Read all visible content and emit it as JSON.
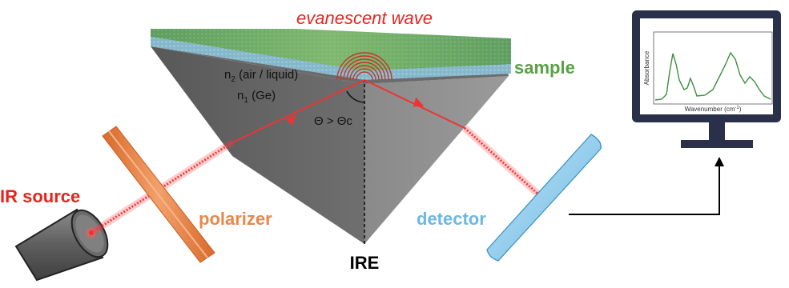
{
  "labels": {
    "evanescent_wave": "evanescent wave",
    "sample": "sample",
    "n2_base": "n",
    "n2_sub": "2",
    "n2_rest": " (air / liquid)",
    "n1_base": "n",
    "n1_sub": "1",
    "n1_rest": " (Ge)",
    "angle": "Θ > Θc",
    "ir_source": "IR source",
    "polarizer": "polarizer",
    "detector": "detector",
    "ire": "IRE"
  },
  "monitor": {
    "ylabel": "Absorbance",
    "xlabel_base": "Wavenumber (cm",
    "xlabel_sup": "-1",
    "xlabel_end": ")"
  },
  "colors": {
    "ir_red": "#e8231e",
    "beam": "#f23a3a",
    "sample_green": "#6aa84f",
    "polarizer_orange": "#e8874a",
    "detector_blue": "#6cb8e0",
    "prism_gray": "#7b7b7b",
    "monitor_navy": "#2a2f4a",
    "spectrum_green": "#3e8e3e"
  },
  "icons": [
    "ir-source-icon",
    "polarizer-icon",
    "prism-icon",
    "detector-icon",
    "monitor-icon"
  ]
}
